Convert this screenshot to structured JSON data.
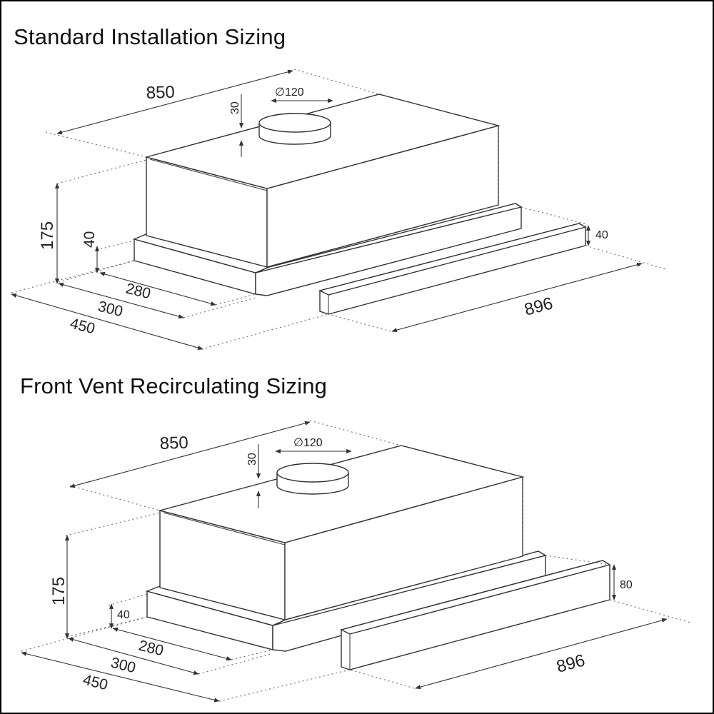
{
  "diagrams": [
    {
      "title": "Standard Installation Sizing",
      "dims": {
        "width": "850",
        "duct_diameter": "∅120",
        "duct_height": "30",
        "height": "175",
        "base_height": "40",
        "front_depth": "40",
        "depth_280": "280",
        "depth_300": "300",
        "depth_450": "450",
        "extended_width": "896"
      }
    },
    {
      "title": "Front Vent Recirculating Sizing",
      "dims": {
        "width": "850",
        "duct_diameter": "∅120",
        "duct_height": "30",
        "height": "175",
        "base_height": "40",
        "front_depth": "80",
        "depth_280": "280",
        "depth_300": "300",
        "depth_450": "450",
        "extended_width": "896"
      }
    }
  ],
  "colors": {
    "line": "#333333",
    "dashed": "#666666",
    "text": "#111111"
  }
}
